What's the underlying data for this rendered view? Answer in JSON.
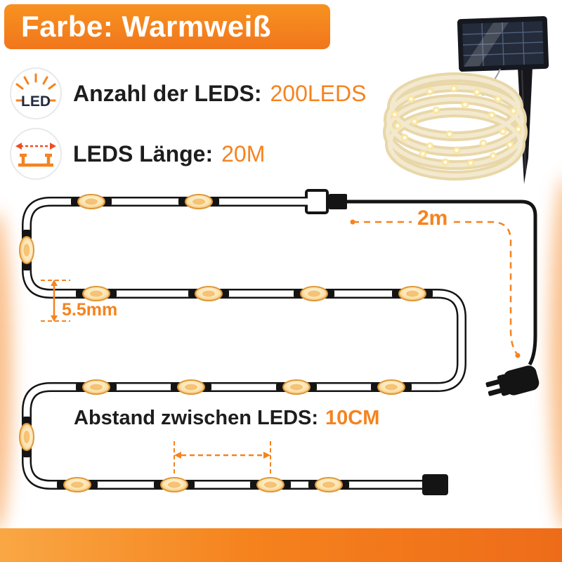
{
  "banner": {
    "text": "Farbe: Warmweiß",
    "background": "#f5821d",
    "text_color": "#ffffff"
  },
  "features": [
    {
      "icon": "led-burst-icon",
      "icon_label": "LED",
      "label": "Anzahl der LEDS:",
      "value": "200LEDS"
    },
    {
      "icon": "measure-length-icon",
      "label": "LEDS Länge:",
      "value": "20M"
    }
  ],
  "diagram": {
    "cable_length_label": "2m",
    "tube_diameter_label": "5.5mm",
    "spacing_label": "Abstand zwischen LEDS:",
    "spacing_value": "10CM"
  },
  "hero": {
    "solar_panel_icon": "solar-panel",
    "coil_icon": "led-rope-coil",
    "plug_icon": "power-plug"
  },
  "colors": {
    "accent_orange": "#f5831f",
    "text_dark": "#1d1d1d",
    "led_warm": "#fbe3ae",
    "tube_outline": "#141414"
  }
}
